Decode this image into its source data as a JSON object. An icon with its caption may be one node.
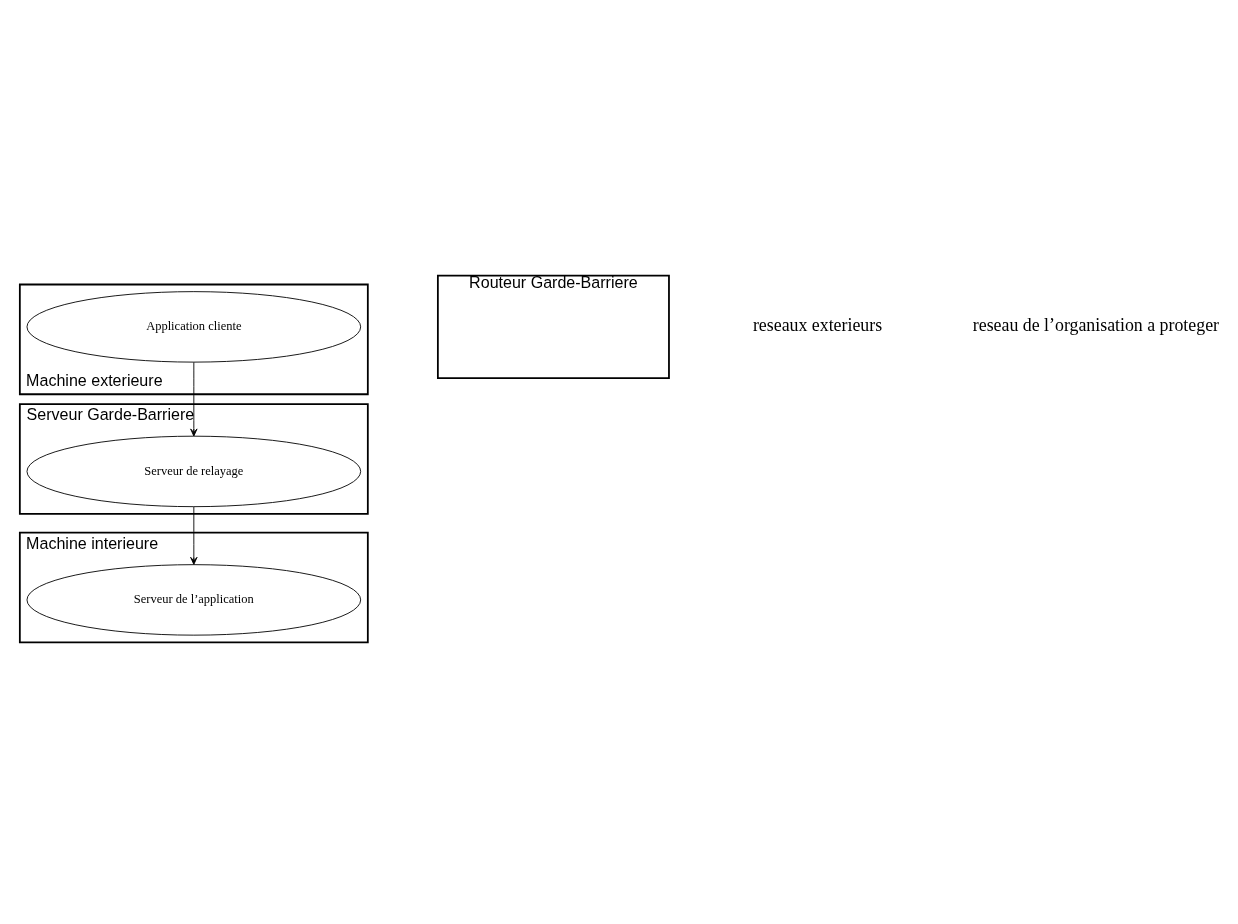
{
  "diagram": {
    "nodes": [
      {
        "text": [
          "Machine exterieure"
        ]
      },
      {
        "text": [
          "Application cliente"
        ],
        "in": 0
      },
      {
        "text": [
          "Routeur Garde-Barriere"
        ]
      },
      {
        "text": [
          "Serveur Garde-Barriere"
        ]
      },
      {
        "text": [
          "Serveur de relayage"
        ],
        "in": 3
      },
      {
        "text": [
          "Machine interieure"
        ]
      },
      {
        "text": [
          "Serveur de l’application"
        ],
        "in": 5
      }
    ],
    "edges": [
      {
        "from": 1,
        "to": 4,
        "arrow": "to"
      },
      {
        "from": 4,
        "to": 6,
        "arrow": "to"
      }
    ],
    "labels": [
      "reseaux exterieurs",
      "reseau de l’organisation a proteger"
    ]
  }
}
